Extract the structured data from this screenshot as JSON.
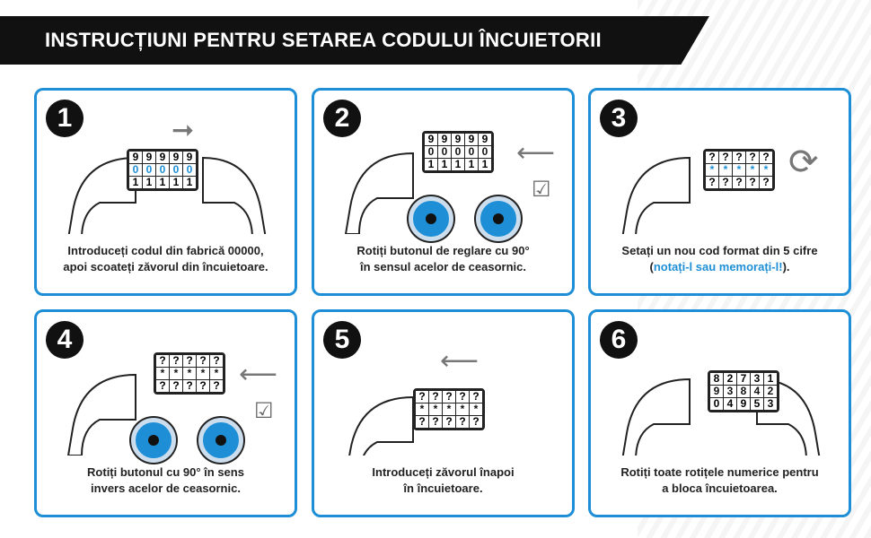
{
  "title": "INSTRUCȚIUNI PENTRU SETAREA CODULUI ÎNCUIETORII",
  "accent": "#1e8fd6",
  "steps": [
    {
      "number": "1",
      "caption": [
        "Introduceți codul din fabrică 00000,",
        "apoi scoateți zăvorul din încuietoare."
      ],
      "wheels": [
        "99999",
        "00000",
        "11111"
      ]
    },
    {
      "number": "2",
      "caption": [
        "Rotiți butonul de reglare cu 90°",
        "în sensul acelor de ceasornic."
      ],
      "wheels": [
        "99999",
        "00000",
        "11111"
      ]
    },
    {
      "number": "3",
      "caption": [
        "Setați un nou cod format din 5 cifre",
        "(",
        "notați-l sau memorați-l!",
        ")."
      ],
      "wheels": [
        "?????",
        "*****",
        "?????"
      ]
    },
    {
      "number": "4",
      "caption": [
        "Rotiți butonul cu 90° în sens",
        "invers acelor de ceasornic."
      ],
      "wheels": [
        "?????",
        "*****",
        "?????"
      ]
    },
    {
      "number": "5",
      "caption": [
        "Introduceți zăvorul înapoi",
        "în încuietoare."
      ],
      "wheels": [
        "?????",
        "*****",
        "?????"
      ]
    },
    {
      "number": "6",
      "caption": [
        "Rotiți toate rotițele numerice pentru",
        "a bloca încuietoarea."
      ],
      "wheels": [
        "82731",
        "93842",
        "04953"
      ]
    }
  ]
}
